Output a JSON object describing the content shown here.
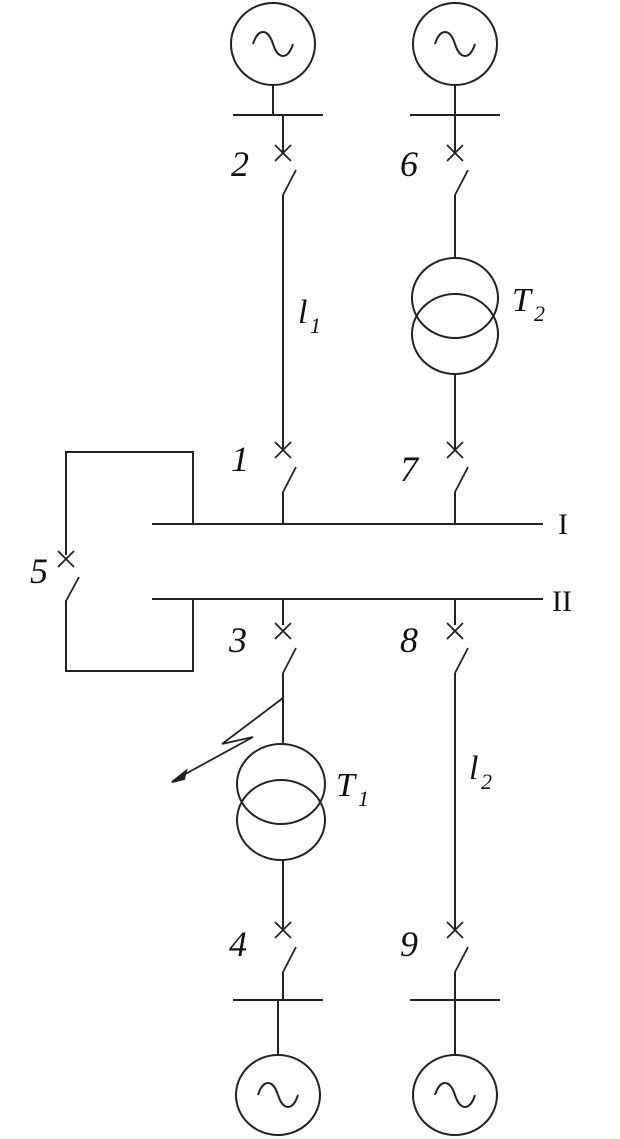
{
  "breakers": {
    "b1": "1",
    "b2": "2",
    "b3": "3",
    "b4": "4",
    "b5": "5",
    "b6": "6",
    "b7": "7",
    "b8": "8",
    "b9": "9"
  },
  "buses": {
    "bus_1": "I",
    "bus_2": "II"
  },
  "lines": {
    "l1": {
      "base": "l",
      "sub": "1"
    },
    "l2": {
      "base": "l",
      "sub": "2"
    }
  },
  "transformers": {
    "t1": {
      "base": "T",
      "sub": "1"
    },
    "t2": {
      "base": "T",
      "sub": "2"
    }
  },
  "symbols": {
    "generator": "generator-icon",
    "breaker": "breaker-icon",
    "transformer": "transformer-icon",
    "fault": "fault-arrow-icon"
  },
  "colors": {
    "stroke": "#222222",
    "background": "#ffffff"
  }
}
